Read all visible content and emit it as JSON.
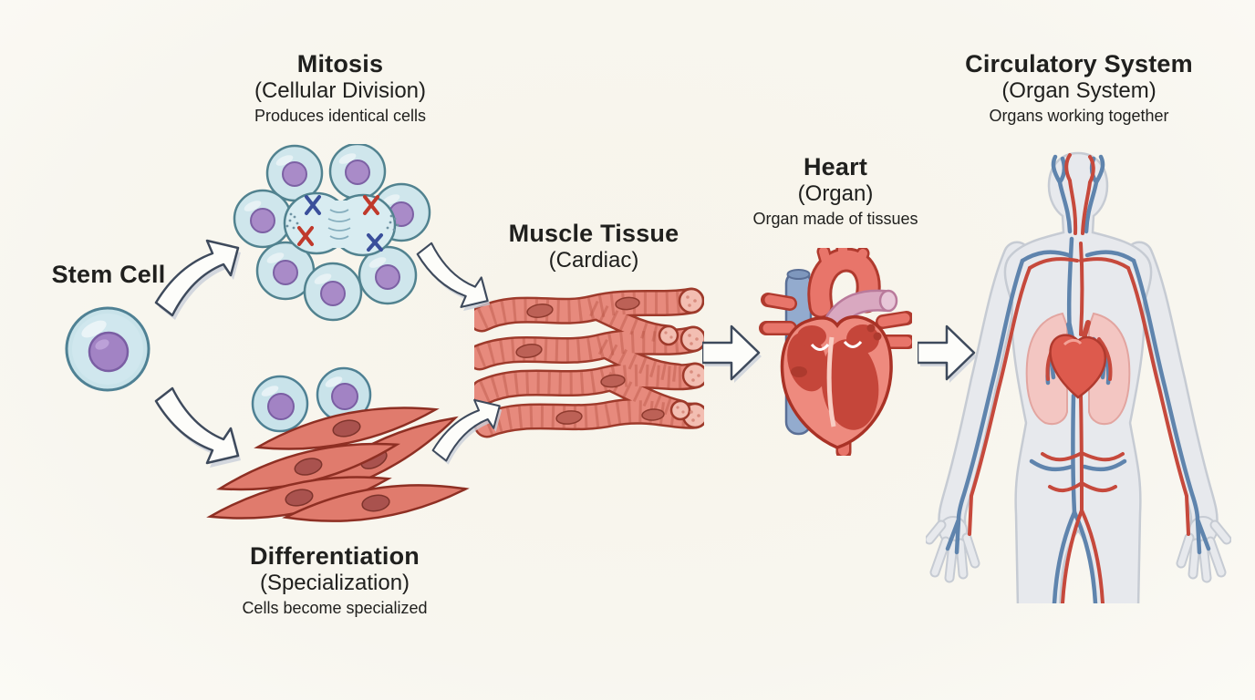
{
  "palette": {
    "background": "#f7f4ea",
    "text": "#20201e",
    "cell_fill": "#cfe6ec",
    "cell_stroke": "#51828f",
    "nucleus_fill": "#a98bc8",
    "nucleus_stroke": "#7c61a4",
    "chromosome_red": "#c0392b",
    "chromosome_blue": "#3a4f9b",
    "muscle_fill": "#e78a7d",
    "muscle_stroke": "#9e3a2b",
    "muscle_nucleus": "#b2544b",
    "heart_fill": "#ee8a7e",
    "heart_stroke": "#a93226",
    "pulmonary_pink": "#d9a8c0",
    "vein_blue": "#5f84ad",
    "artery_red": "#c6493c",
    "body_fill": "#e7e9ed",
    "body_stroke": "#c6cbd3",
    "lung_pink": "#f3c6c2",
    "arrow_fill": "#fdfdfa",
    "arrow_stroke": "#3e4a5c",
    "arrow_shadow": "#c9cfd9"
  },
  "stages": {
    "stem_cell": {
      "title": "Stem Cell"
    },
    "mitosis": {
      "title": "Mitosis",
      "subtitle": "(Cellular Division)",
      "caption": "Produces identical cells"
    },
    "differentiation": {
      "title": "Differentiation",
      "subtitle": "(Specialization)",
      "caption": "Cells become specialized"
    },
    "muscle_tissue": {
      "title": "Muscle Tissue",
      "subtitle": "(Cardiac)"
    },
    "heart": {
      "title": "Heart",
      "subtitle": "(Organ)",
      "caption": "Organ made of tissues"
    },
    "circulatory_system": {
      "title": "Circulatory System",
      "subtitle": "(Organ System)",
      "caption": "Organs working together"
    }
  },
  "illustrations": {
    "stem_cell": "stem-cell-illustration",
    "mitosis": "mitosis-cell-cluster-illustration",
    "differentiation": "specialized-cells-illustration",
    "muscle_tissue": "cardiac-muscle-fibers-illustration",
    "heart": "heart-cross-section-illustration",
    "circulatory_system": "human-circulatory-system-illustration",
    "arrows": "flow-arrow-icon"
  }
}
